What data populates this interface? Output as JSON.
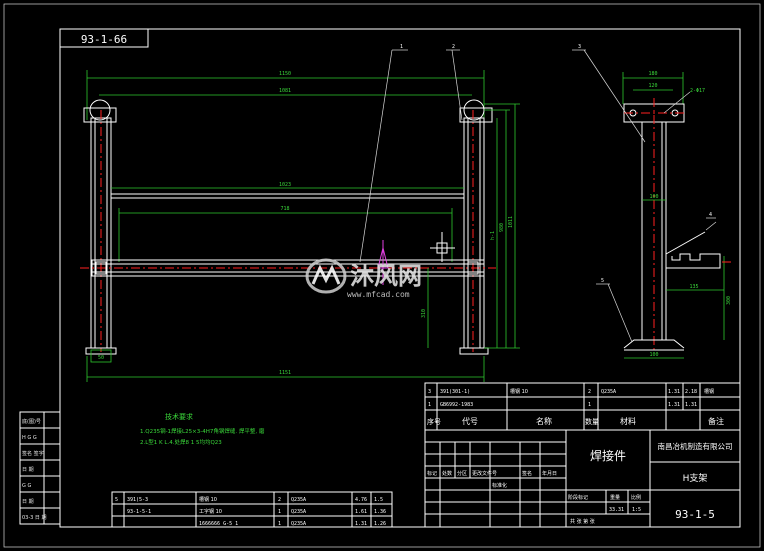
{
  "drawing": {
    "code_box": "93-1-66",
    "watermark_name": "沐风网",
    "watermark_url": "www.mfcad.com",
    "balloons": [
      "1",
      "2",
      "3",
      "4",
      "5"
    ],
    "dims": {
      "overall_top": "1150",
      "inner_top": "1081",
      "mid_span": "1023",
      "brace_span": "718",
      "bottom_total": "1151",
      "left_foot": "50",
      "side_top": "180",
      "side_mid": "120",
      "side_stem": "100",
      "side_pad": "135",
      "side_foot": "100",
      "side_right": "300",
      "vert_a": "h-1",
      "vert_b": "980",
      "vert_c": "1011",
      "vert_d": "310",
      "hole_note": "2-Φ17"
    }
  },
  "notes": {
    "title": "技术要求",
    "line1": "1.Q235钢-1焊接L25×3-4H7角钢焊缝. 焊平整, 磨",
    "line2": "2.L型1 K L.4.处焊8 1 5均均Q23"
  },
  "left_table": {
    "rows": [
      "底(图)号",
      "H G G",
      "签名 签字",
      "日 期",
      "G G",
      "日 期",
      "03-3 日 期"
    ]
  },
  "parts_list": {
    "rows": [
      {
        "no": "3",
        "code": "391(301-1)",
        "name": "槽钢 10",
        "qty": "2",
        "mat": "Q235A",
        "w1": "1.31",
        "w2": "2.18",
        "note": "槽钢"
      },
      {
        "no": "1",
        "code": "GB6992-1983",
        "name": "",
        "qty": "1",
        "mat": "",
        "w1": "1.31",
        "w2": "1.31",
        "note": ""
      }
    ],
    "header": {
      "no": "序号",
      "code": "代号",
      "name": "名称",
      "qty": "数量",
      "mat": "材料",
      "note": "备注"
    }
  },
  "title_block": {
    "title": "焊接件",
    "company": "南昌冶机制造有限公司",
    "part_name": "H支架",
    "drawing_no": "93-1-5",
    "labels": {
      "marking": "标记",
      "count": "处数",
      "zone": "分区",
      "change_doc": "更改文件号",
      "sign": "签名",
      "date": "年月日"
    },
    "std_label": "标准化",
    "stage_labels": [
      "阶段标记",
      "重量",
      "比例"
    ],
    "scale": "1:5",
    "weight": "33.31",
    "sheet": "共 张 第 张"
  },
  "lower_parts": {
    "rows": [
      {
        "no": "5",
        "code": "391(5-3",
        "name": "槽钢 10",
        "qty": "2",
        "mat": "Q235A",
        "w1": "4.76",
        "w2": "1.5"
      },
      {
        "no": "",
        "code": "93-1-5-1",
        "name": "工字钢 10",
        "qty": "1",
        "mat": "Q235A",
        "w1": "1.61",
        "w2": "1.36"
      },
      {
        "no": "",
        "code": "",
        "name": "1666666 G-5 1",
        "qty": "1",
        "mat": "Q235A",
        "w1": "1.31",
        "w2": "1.26"
      }
    ]
  }
}
